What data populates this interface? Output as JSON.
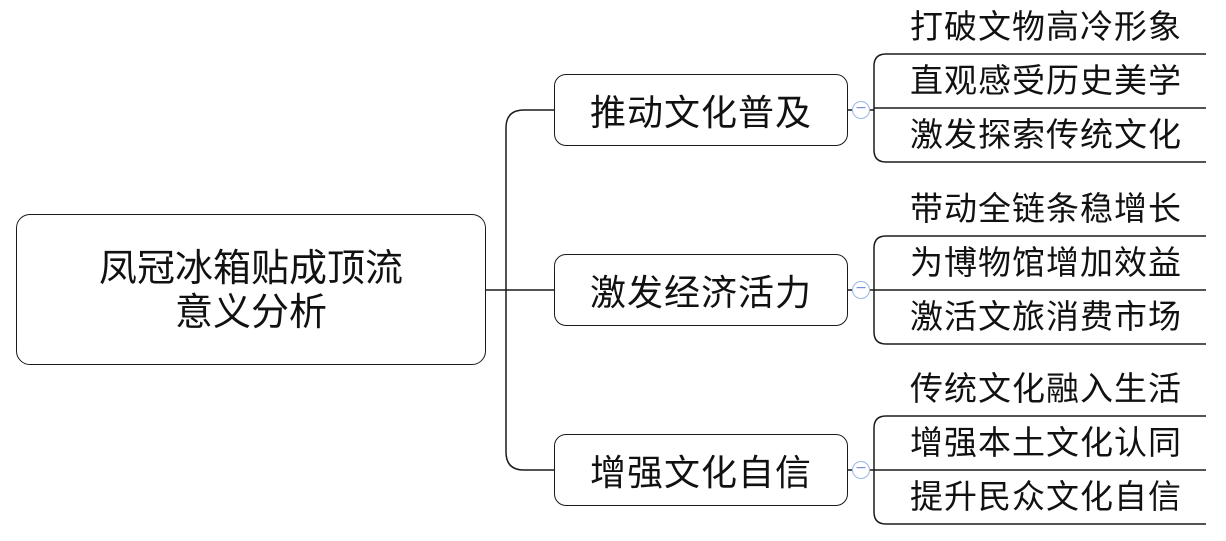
{
  "root": {
    "line1": "凤冠冰箱贴成顶流",
    "line2": "意义分析"
  },
  "branches": [
    {
      "label": "推动文化普及",
      "toggle": "−",
      "children": [
        "打破文物高冷形象",
        "直观感受历史美学",
        "激发探索传统文化"
      ]
    },
    {
      "label": "激发经济活力",
      "toggle": "−",
      "children": [
        "带动全链条稳增长",
        "为博物馆增加效益",
        "激活文旅消费市场"
      ]
    },
    {
      "label": "增强文化自信",
      "toggle": "−",
      "children": [
        "传统文化融入生活",
        "增强本土文化认同",
        "提升民众文化自信"
      ]
    }
  ],
  "colors": {
    "line": "#1a1a1a",
    "toggle_border": "#9bb3e3"
  }
}
